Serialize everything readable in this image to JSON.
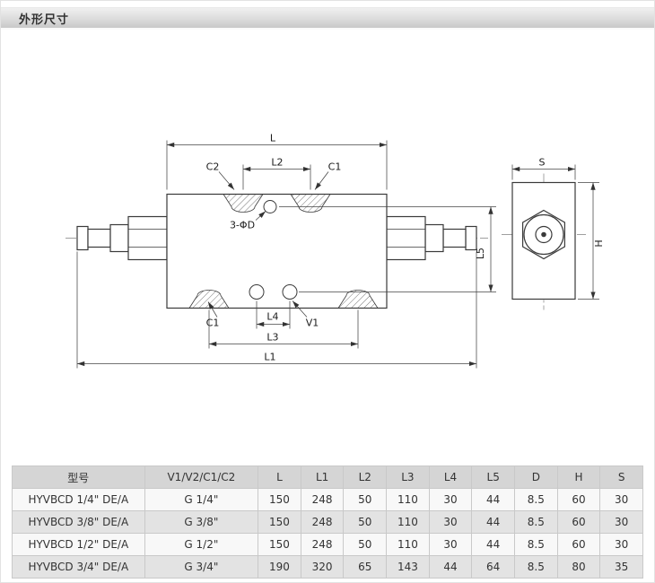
{
  "header": {
    "title": "外形尺寸"
  },
  "diagram": {
    "labels": {
      "L": "L",
      "L1": "L1",
      "L2": "L2",
      "L3": "L3",
      "L4": "L4",
      "L5": "L5",
      "C2_top": "C2",
      "C1_top": "C1",
      "C1_bottom": "C1",
      "V1_bottom": "V1",
      "hole_note": "3-ΦD",
      "S": "S",
      "H": "H"
    }
  },
  "table": {
    "columns": [
      "型号",
      "V1/V2/C1/C2",
      "L",
      "L1",
      "L2",
      "L3",
      "L4",
      "L5",
      "D",
      "H",
      "S"
    ],
    "rows": [
      [
        "HYVBCD 1/4\" DE/A",
        "G 1/4\"",
        "150",
        "248",
        "50",
        "110",
        "30",
        "44",
        "8.5",
        "60",
        "30"
      ],
      [
        "HYVBCD 3/8\" DE/A",
        "G 3/8\"",
        "150",
        "248",
        "50",
        "110",
        "30",
        "44",
        "8.5",
        "60",
        "30"
      ],
      [
        "HYVBCD 1/2\" DE/A",
        "G 1/2\"",
        "150",
        "248",
        "50",
        "110",
        "30",
        "44",
        "8.5",
        "60",
        "30"
      ],
      [
        "HYVBCD 3/4\" DE/A",
        "G 3/4\"",
        "190",
        "320",
        "65",
        "143",
        "44",
        "64",
        "8.5",
        "80",
        "35"
      ]
    ]
  },
  "colors": {
    "line": "#3a3a3a",
    "dim_line": "#444444",
    "header_bg": "#d5d5d5",
    "row_alt": "#e3e3e3"
  }
}
